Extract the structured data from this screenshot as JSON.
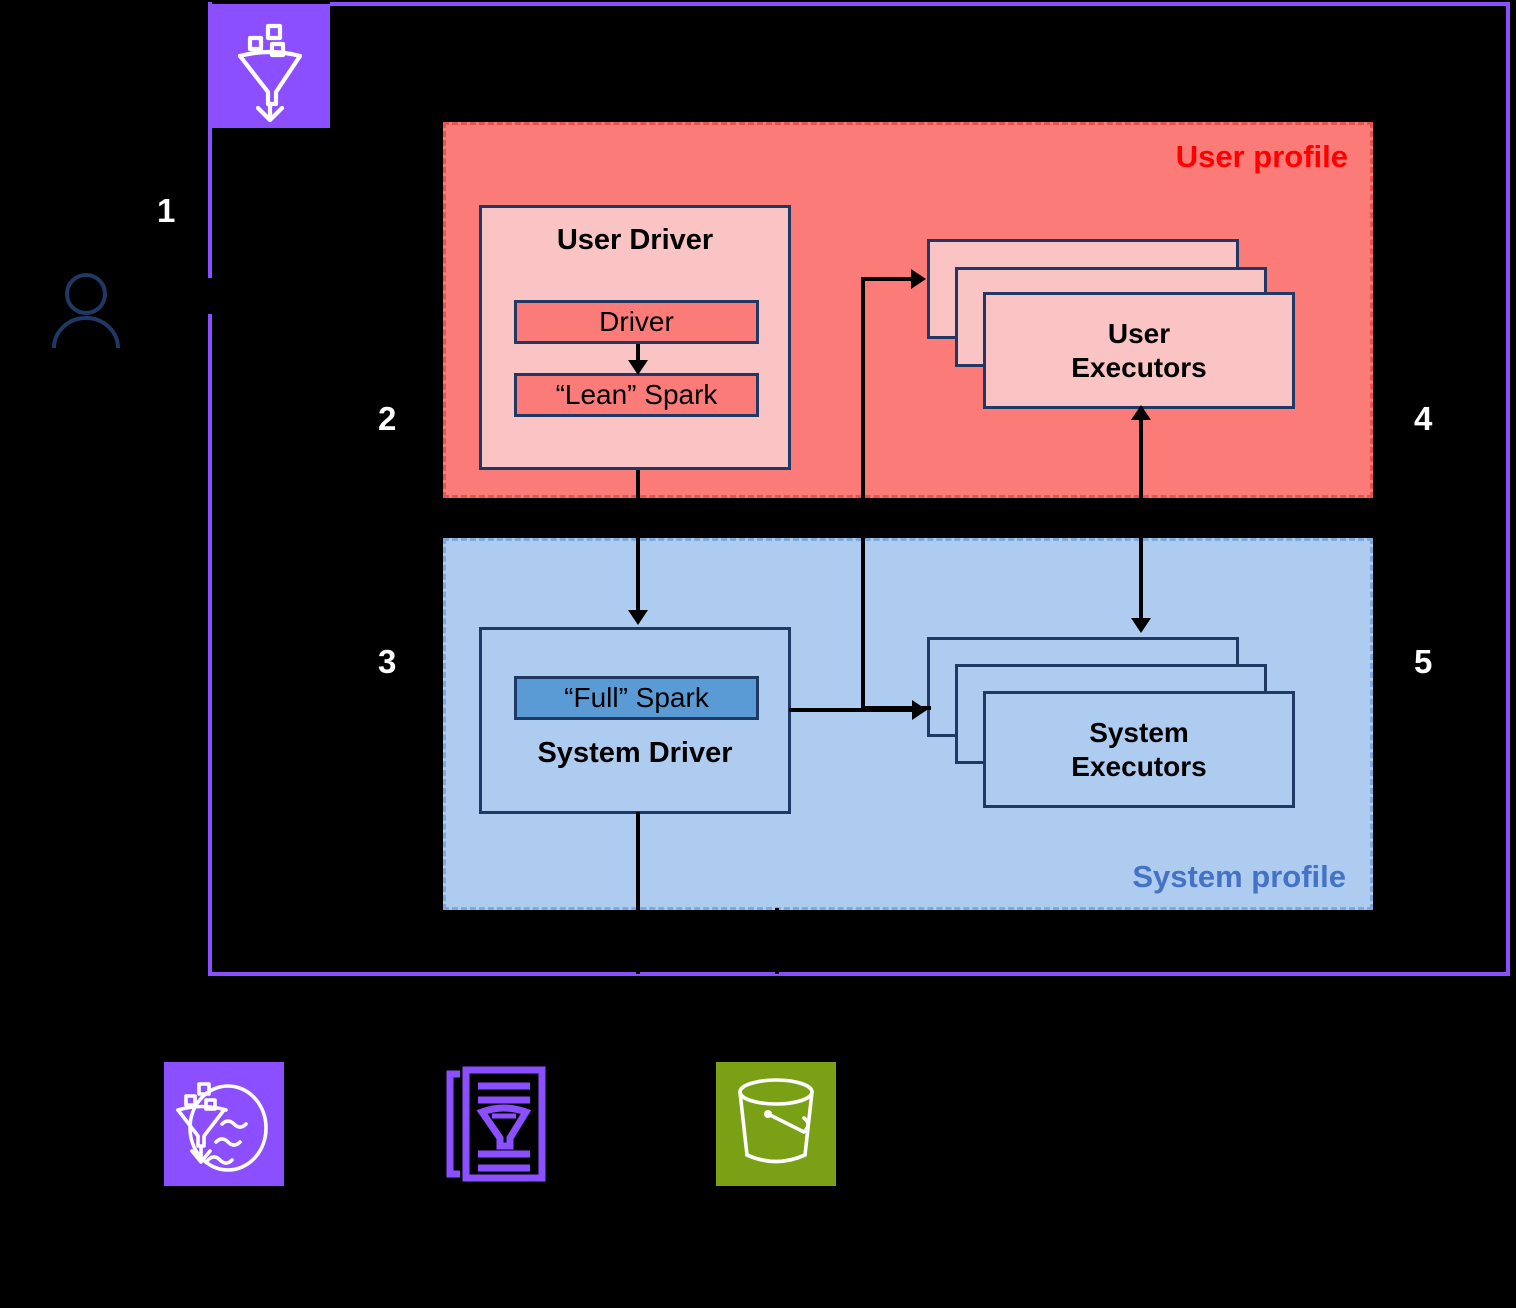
{
  "container": {
    "name": "aws-glue-job-boundary",
    "border_color": "#8C4FFF",
    "icon": "glue-funnel-icon"
  },
  "actor": {
    "icon": "user-person-icon",
    "color": "#1F3864"
  },
  "steps": [
    {
      "number": "1"
    },
    {
      "number": "2"
    },
    {
      "number": "3"
    },
    {
      "number": "4"
    },
    {
      "number": "5"
    }
  ],
  "user_profile": {
    "title": "User profile",
    "title_color": "#FF0000",
    "fill": "#FA7B78",
    "border": "#E8534F",
    "driver": {
      "title": "User Driver",
      "fill": "#FBC4C4",
      "items": [
        {
          "label": "Driver",
          "fill": "#FA7B78"
        },
        {
          "label": "“Lean” Spark",
          "fill": "#FA7B78"
        }
      ]
    },
    "executors": {
      "label": "User\nExecutors",
      "line1": "User",
      "line2": "Executors",
      "fill": "#FBC4C4",
      "count": 3
    }
  },
  "system_profile": {
    "title": "System profile",
    "title_color": "#4472C4",
    "fill": "#AECBF0",
    "border": "#7FA8DC",
    "driver": {
      "title": "System Driver",
      "fill": "#AECBF0",
      "items": [
        {
          "label": "“Full” Spark",
          "fill": "#5B9BD5"
        }
      ]
    },
    "executors": {
      "line1": "System",
      "line2": "Executors",
      "fill": "#AECBF0",
      "count": 3
    }
  },
  "services": [
    {
      "icon": "data-lake-icon",
      "tile_color": "#8C4FFF"
    },
    {
      "icon": "glue-script-job-icon",
      "tile_color": "#000000"
    },
    {
      "icon": "s3-bucket-icon",
      "tile_color": "#7AA116"
    }
  ]
}
